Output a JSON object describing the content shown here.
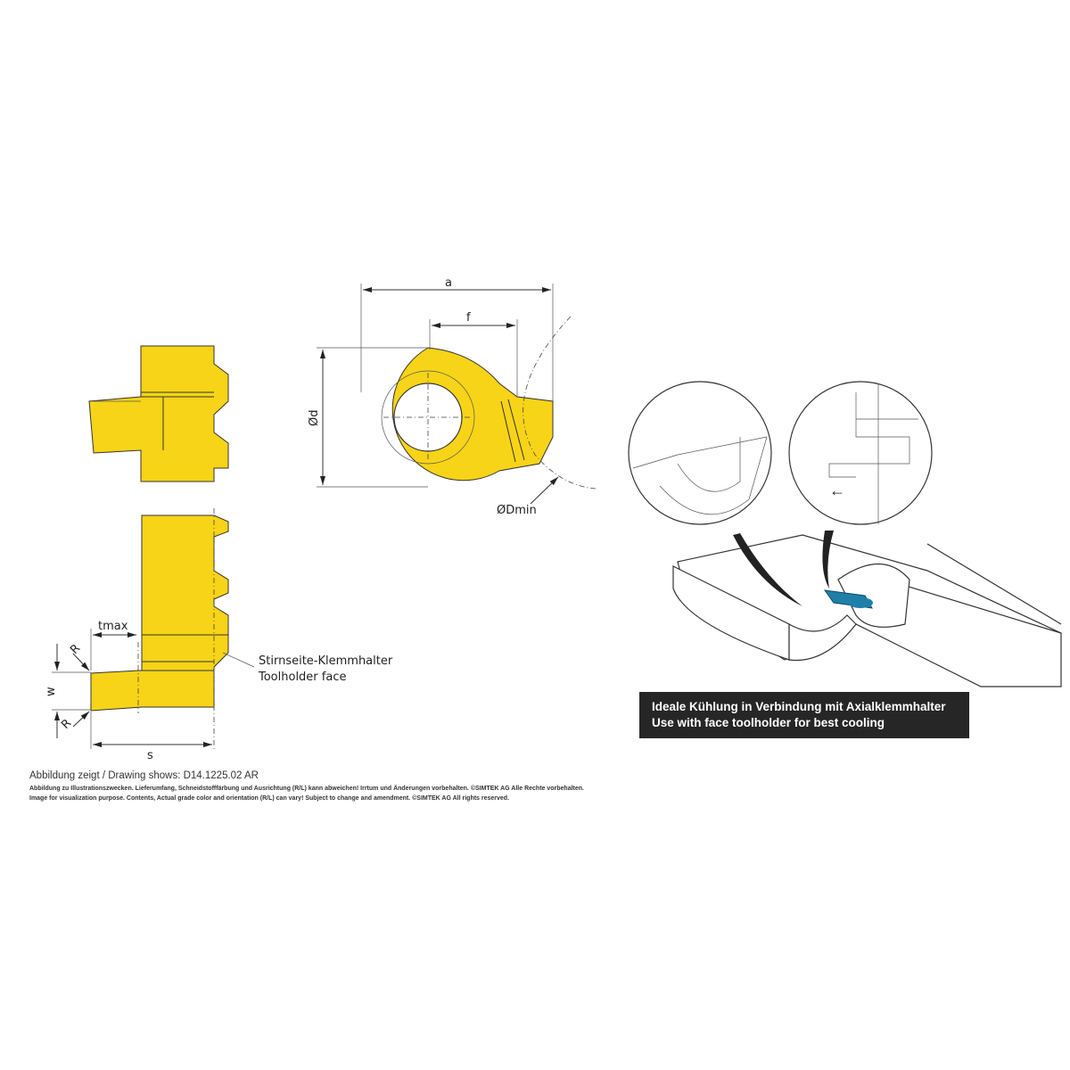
{
  "labels": {
    "a": "a",
    "f": "f",
    "d": "Ød",
    "dmin": "ØDmin",
    "tmax": "tmax",
    "r_top": "R",
    "r_bottom": "R",
    "w": "w",
    "s": "s",
    "face_de": "Stirnseite-Klemmhalter",
    "face_en": "Toolholder face"
  },
  "banner": {
    "line1": "Ideale Kühlung in Verbindung mit Axialklemmhalter",
    "line2": "Use with face toolholder for best cooling"
  },
  "caption": {
    "drawing_shows": "Abbildung zeigt / Drawing shows: D14.1225.02 AR",
    "disclaimer_de": "Abbildung zu Illustrationszwecken. Lieferumfang, Schneidstofffärbung und Ausrichtung (R/L) kann abweichen! Irrtum und Änderungen vorbehalten. ©SIMTEK AG Alle Rechte vorbehalten.",
    "disclaimer_en": "Image for visualization purpose. Contents, Actual grade color and orientation (R/L) can vary! Subject to change and amendment. ©SIMTEK AG All rights reserved."
  },
  "colors": {
    "insert": "#f7d417",
    "banner": "#262626",
    "coolant": "#1f7fa8"
  }
}
